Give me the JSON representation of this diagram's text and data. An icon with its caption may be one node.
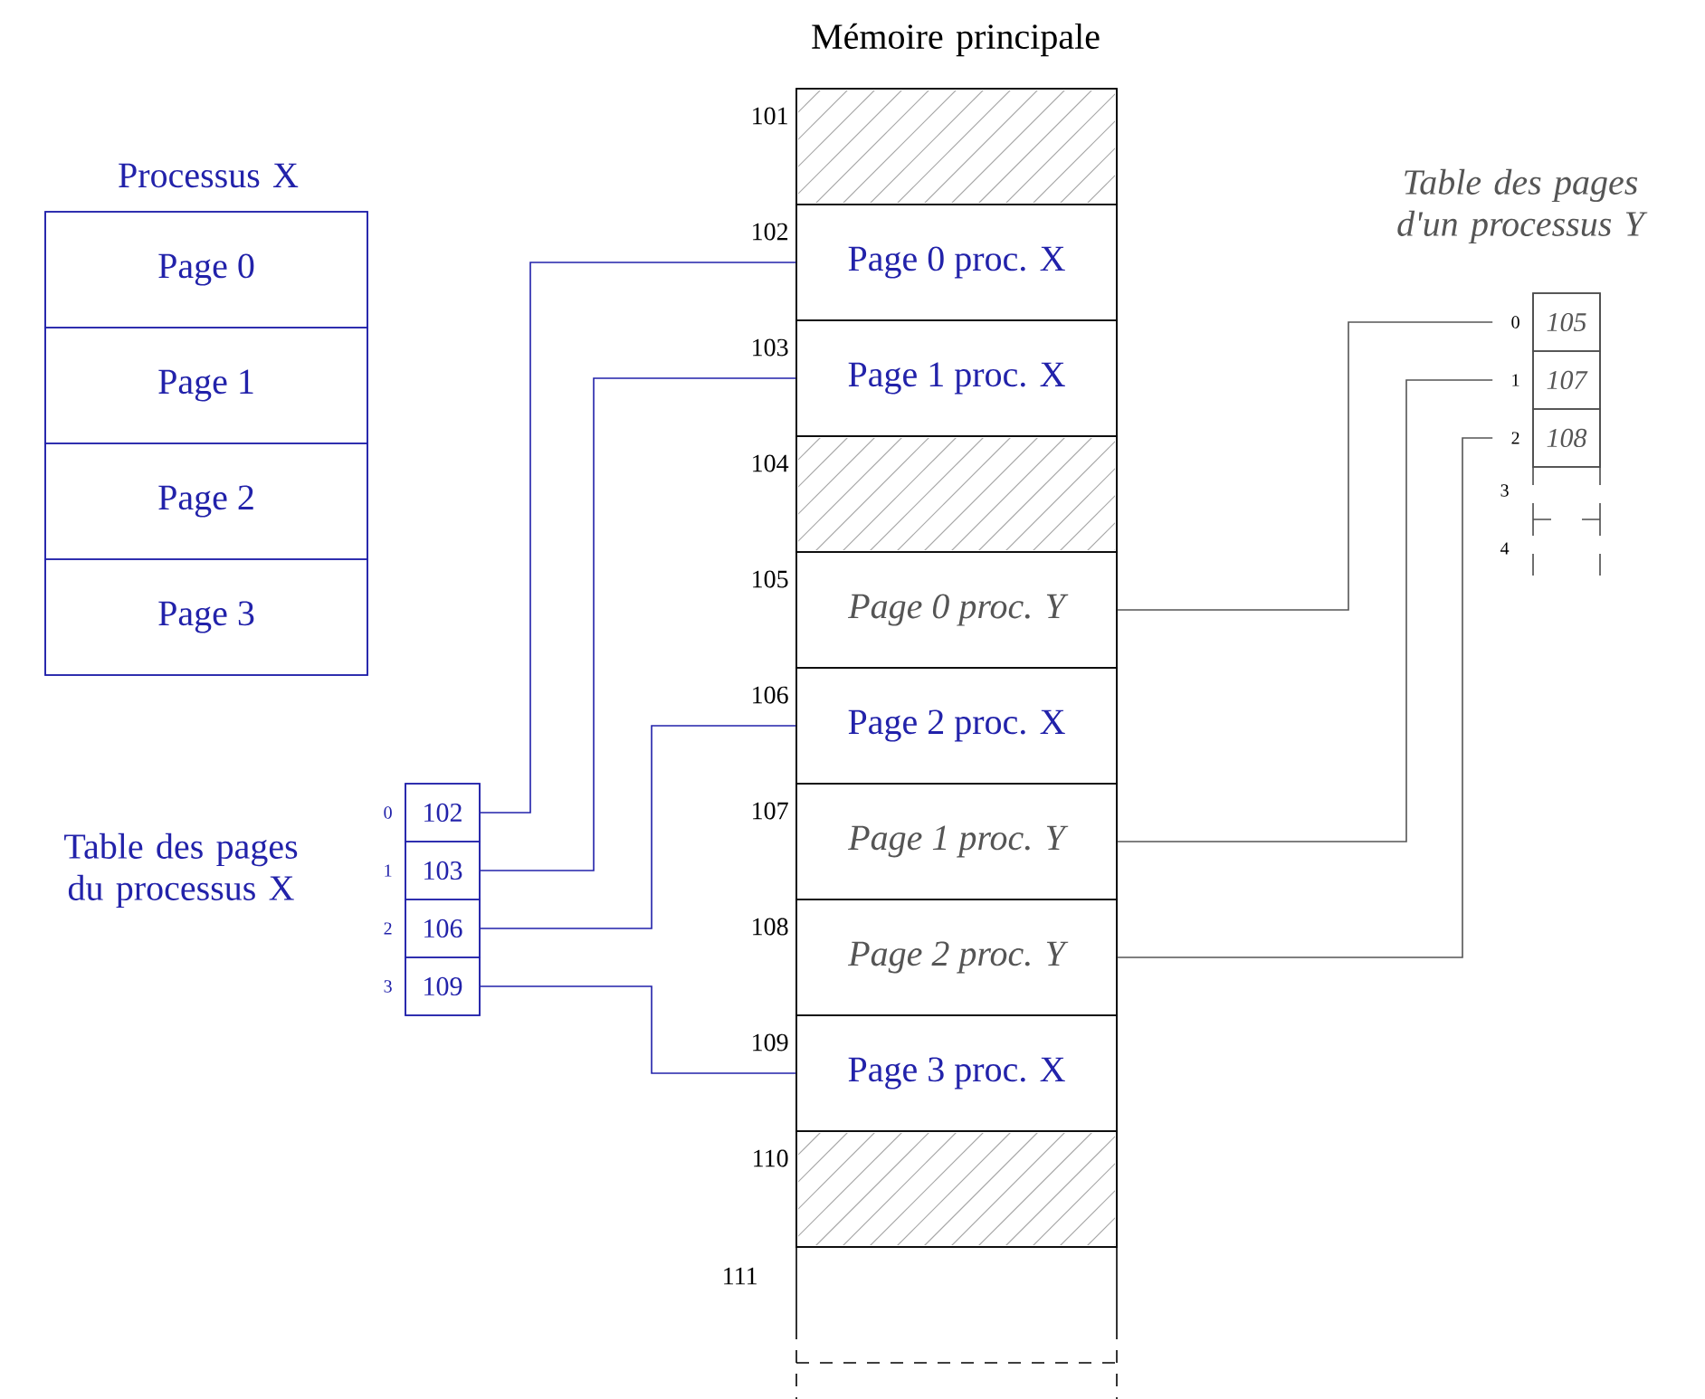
{
  "diagram": {
    "title": "Mémoire principale",
    "nodes": [
      {
        "text": [
          "Processus X"
        ]
      },
      {
        "text": [
          "Page 0"
        ],
        "in": 0
      },
      {
        "text": [
          "Page 1"
        ],
        "in": 0
      },
      {
        "text": [
          "Page 2"
        ],
        "in": 0
      },
      {
        "text": [
          "Page 3"
        ],
        "in": 0
      },
      {
        "text": [],
        "shape": "box"
      },
      {
        "text": [],
        "shape": "box",
        "in": 5,
        "beside": [
          "101"
        ]
      },
      {
        "text": [
          "Page 0 proc. X"
        ],
        "in": 5,
        "beside": [
          "102"
        ]
      },
      {
        "text": [
          "Page 1 proc. X"
        ],
        "in": 5,
        "beside": [
          "103"
        ]
      },
      {
        "text": [],
        "shape": "box",
        "in": 5,
        "beside": [
          "104"
        ]
      },
      {
        "text": [
          "Page 0 proc. Y"
        ],
        "in": 5,
        "beside": [
          "105"
        ]
      },
      {
        "text": [
          "Page 2 proc. X"
        ],
        "in": 5,
        "beside": [
          "106"
        ]
      },
      {
        "text": [
          "Page 1 proc. Y"
        ],
        "in": 5,
        "beside": [
          "107"
        ]
      },
      {
        "text": [
          "Page 2 proc. Y"
        ],
        "in": 5,
        "beside": [
          "108"
        ]
      },
      {
        "text": [
          "Page 3 proc. X"
        ],
        "in": 5,
        "beside": [
          "109"
        ]
      },
      {
        "text": [],
        "shape": "box",
        "in": 5,
        "beside": [
          "110"
        ]
      },
      {
        "text": [
          "Table des pages du processus X"
        ]
      },
      {
        "text": [
          "102"
        ],
        "in": 16,
        "beside": [
          "0"
        ]
      },
      {
        "text": [
          "103"
        ],
        "in": 16,
        "beside": [
          "1"
        ]
      },
      {
        "text": [
          "106"
        ],
        "in": 16,
        "beside": [
          "2"
        ]
      },
      {
        "text": [
          "109"
        ],
        "in": 16,
        "beside": [
          "3"
        ]
      },
      {
        "text": [
          "Table des pages d'un processus Y"
        ]
      },
      {
        "text": [
          "105"
        ],
        "in": 21,
        "beside": [
          "0"
        ]
      },
      {
        "text": [
          "107"
        ],
        "in": 21,
        "beside": [
          "1"
        ]
      },
      {
        "text": [
          "108"
        ],
        "in": 21,
        "beside": [
          "2"
        ]
      }
    ],
    "edges": [
      {
        "from": 17,
        "to": 7,
        "arrow": "none"
      },
      {
        "from": 18,
        "to": 8,
        "arrow": "none"
      },
      {
        "from": 19,
        "to": 11,
        "arrow": "none"
      },
      {
        "from": 20,
        "to": 14,
        "arrow": "none"
      },
      {
        "from": 22,
        "to": 10,
        "arrow": "none",
        "color": "#555555"
      },
      {
        "from": 23,
        "to": 12,
        "arrow": "none",
        "color": "#555555"
      },
      {
        "from": 24,
        "to": 13,
        "arrow": "none",
        "color": "#555555"
      }
    ],
    "labels": [
      "111",
      "3",
      "4"
    ]
  }
}
